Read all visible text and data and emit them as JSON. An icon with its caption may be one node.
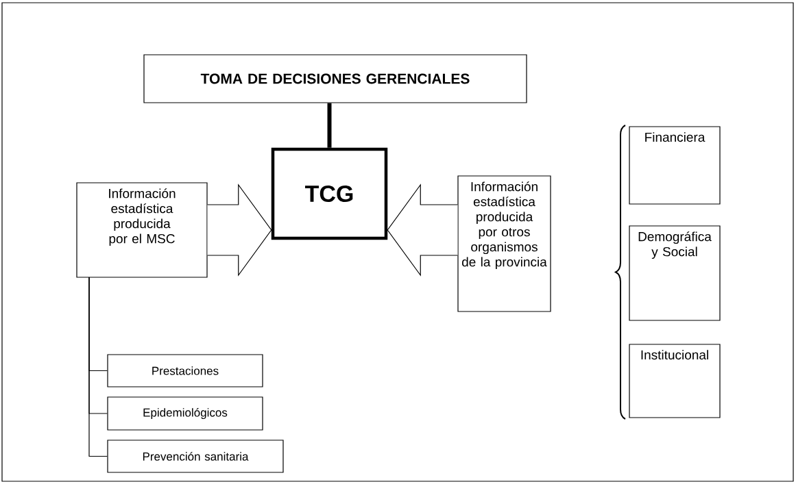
{
  "diagram": {
    "nodes": [
      {
        "text": [
          "TOMA DE DECISIONES GERENCIALES"
        ]
      },
      {
        "text": [
          "TCG"
        ]
      },
      {
        "text": [
          "Información estadística producida por el MSC"
        ]
      },
      {
        "text": [
          "Información estadística producida por otros organismos de la provincia"
        ]
      },
      {
        "text": [
          "Financiera"
        ]
      },
      {
        "text": [
          "Demográfica y Social"
        ]
      },
      {
        "text": [
          "Institucional"
        ]
      },
      {
        "text": [
          "Prestaciones"
        ]
      },
      {
        "text": [
          "Epidemiológicos"
        ]
      },
      {
        "text": [
          "Prevención sanitaria"
        ]
      }
    ],
    "edges": [
      {
        "from": 0,
        "to": 1,
        "arrow": "none",
        "style": "thick"
      },
      {
        "from": 2,
        "to": 1,
        "arrow": "to"
      },
      {
        "from": 3,
        "to": 1,
        "arrow": "to"
      },
      {
        "from": 2,
        "to": 7,
        "arrow": "none"
      },
      {
        "from": 2,
        "to": 8,
        "arrow": "none"
      },
      {
        "from": 2,
        "to": 9,
        "arrow": "none"
      }
    ]
  }
}
